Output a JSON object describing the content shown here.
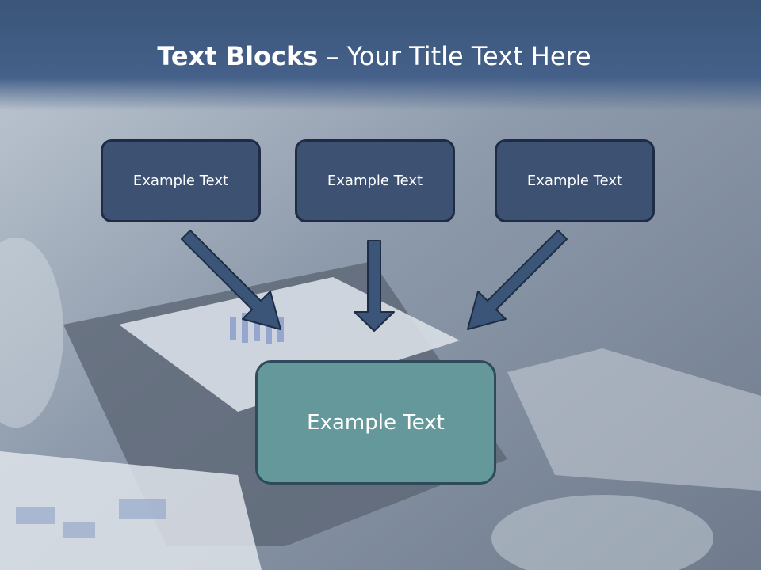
{
  "title": {
    "bold": "Text Blocks",
    "dash": " – ",
    "regular": "Your Title Text Here"
  },
  "boxes": [
    {
      "label": "Example Text"
    },
    {
      "label": "Example Text"
    },
    {
      "label": "Example Text"
    }
  ],
  "center_box": {
    "label": "Example Text"
  },
  "colors": {
    "title_band": "#3a5578",
    "box_fill": "#3d5273",
    "box_border": "#1e2d45",
    "center_fill": "#65989a",
    "arrow_fill": "#3a5578"
  }
}
